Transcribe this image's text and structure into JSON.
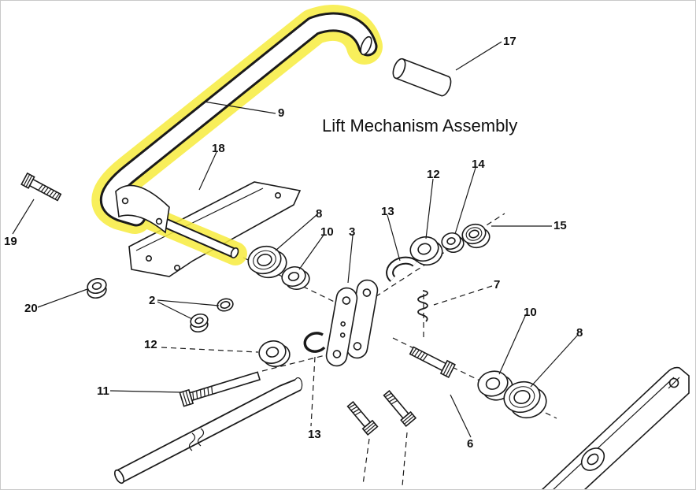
{
  "diagram": {
    "title": "Lift Mechanism Assembly",
    "highlight_color": "#f7ec3e",
    "ink_color": "#1a1a1a",
    "labels": [
      {
        "text": "17"
      },
      {
        "text": "9"
      },
      {
        "text": "18"
      },
      {
        "text": "19"
      },
      {
        "text": "20"
      },
      {
        "text": "2"
      },
      {
        "text": "12"
      },
      {
        "text": "11"
      },
      {
        "text": "8"
      },
      {
        "text": "10"
      },
      {
        "text": "3"
      },
      {
        "text": "13"
      },
      {
        "text": "12"
      },
      {
        "text": "14"
      },
      {
        "text": "15"
      },
      {
        "text": "7"
      },
      {
        "text": "10"
      },
      {
        "text": "8"
      },
      {
        "text": "13"
      },
      {
        "text": "6"
      }
    ]
  }
}
